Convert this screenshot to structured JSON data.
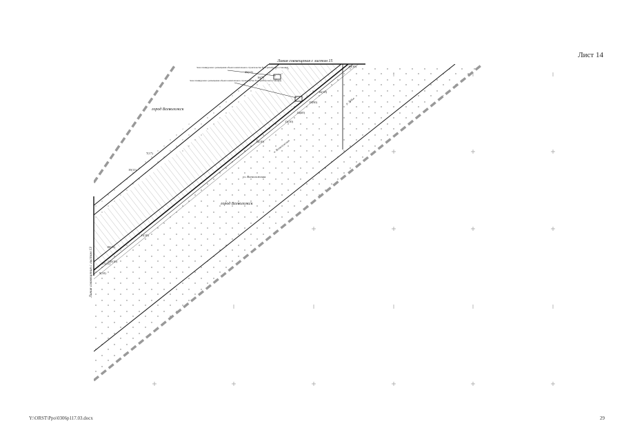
{
  "sheet_label": "Лист 14",
  "footer": {
    "path": "Y:\\ORST\\Ppo\\0306p117.03.docx",
    "page_number": "29"
  },
  "map": {
    "match_line_top": "Линия совмещения с листом 15",
    "match_line_left": "Линия совмещения с листом 13",
    "city_upper": "город Всеволожск",
    "city_lower": "город Всеволожск",
    "river": "р. Лубья",
    "road_label": "а. Всеволожская",
    "street_label": "ул. Всеволожская",
    "zone_note_1": "Зона планируемого размещения объекта капитального строительства №14 (автобусная остановка)",
    "zone_note_2": "Зона планируемого размещения объекта капитального строительства №15 (автобусная остановка)",
    "parcel_labels": [
      "20(11)",
      "7(17)",
      "19(11)",
      "18(11)",
      "17(11)",
      "20(10)",
      "16(10)",
      "16(7)",
      "15(10)",
      "14(10)",
      "13(10)",
      "12(10)",
      "11(10)",
      "10(10)",
      "9(10)"
    ]
  }
}
